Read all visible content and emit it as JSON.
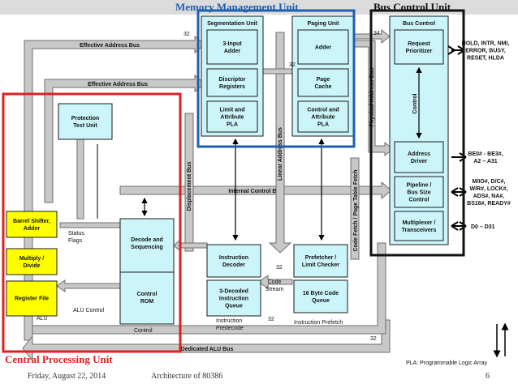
{
  "regions": {
    "memory_management": {
      "title": "Memory Management Unit",
      "color": "#1f5fb0"
    },
    "bus_control": {
      "title": "Bus Control Unit",
      "color": "#111111"
    },
    "central_processing": {
      "title": "Central Processing Unit",
      "color": "#e02020"
    }
  },
  "units": {
    "segmentation": {
      "title": "Segmentation Unit",
      "adder3": [
        "3-Input",
        "Adder"
      ],
      "descriptor": [
        "Discriptor",
        "Registers"
      ],
      "limit": [
        "Limit and",
        "Attribute",
        "PLA"
      ]
    },
    "paging": {
      "title": "Paging Unit",
      "adder": [
        "Adder"
      ],
      "cache": [
        "Page",
        "Cache"
      ],
      "control": [
        "Control and",
        "Attribute",
        "PLA"
      ]
    },
    "bus_control": {
      "title": "Bus Control",
      "prioritizer": [
        "Request",
        "Prioritizer"
      ],
      "address_driver": [
        "Address",
        "Driver"
      ],
      "pipeline": [
        "Pipeline /",
        "Bus Size",
        "Control"
      ],
      "multiplexer": [
        "Multiplexer /",
        "Transceivers"
      ]
    },
    "cpu": {
      "protection": [
        "Protection",
        "Test Unit"
      ],
      "barrel": [
        "Barrel Shifter,",
        "Adder"
      ],
      "multiply": [
        "Multiply /",
        "Divide"
      ],
      "register_file": [
        "Register File"
      ],
      "decode": [
        "Decode and",
        "Sequencing"
      ],
      "control_rom": [
        "Control",
        "ROM"
      ]
    },
    "instruction": {
      "decoder": [
        "Instruction",
        "Decoder"
      ],
      "queue": [
        "3-Decoded",
        "Instruction",
        "Queue"
      ],
      "prefetcher": [
        "Prefetcher /",
        "Limit Checker"
      ],
      "code_queue": [
        "16 Byte Code",
        "Queue"
      ]
    }
  },
  "buses": {
    "effective_address_1": "Effective Address Bus",
    "effective_address_2": "Effective Address Bus",
    "internal_control": "Internal Control Bus",
    "dedicated_alu": "Dedicated ALU Bus",
    "linear_address": "Linear Address Bus",
    "physical_address": "Physical Address Bus",
    "displacement": "Displacement Bus",
    "code_fetch": "Code Fetch / Page Table Fetch",
    "control": "Control"
  },
  "labels": {
    "status_flags": [
      "Status",
      "Flags"
    ],
    "alu_control": "ALU Control",
    "alu": "ALU",
    "control": "Control",
    "instruction_predecode": [
      "Instruction",
      "Predecode"
    ],
    "instruction_prefetch": "Instruction Prefetch",
    "code_stream": [
      "Code",
      "Stream"
    ],
    "widths": {
      "w32a": "32",
      "w34": "34",
      "w32b": "32",
      "w32c": "32",
      "w32d": "32",
      "w32e": "32"
    }
  },
  "pins": {
    "hold": [
      "HOLD, INTR, NMI,",
      "ERROR, BUSY,",
      "RESET, HLDA"
    ],
    "be": [
      "BE0# - BE3#,",
      "A2 – A31"
    ],
    "mio": [
      "M/IO#, D/C#,",
      "W/R#, LOCK#,",
      "ADS#, NA#,",
      "BS16#, READY#"
    ],
    "data": "D0 – D31"
  },
  "legend": "PLA: Programmable Logic Array",
  "footer": {
    "date": "Friday, August 22, 2014",
    "title": "Architecture of 80386",
    "page": "6"
  }
}
